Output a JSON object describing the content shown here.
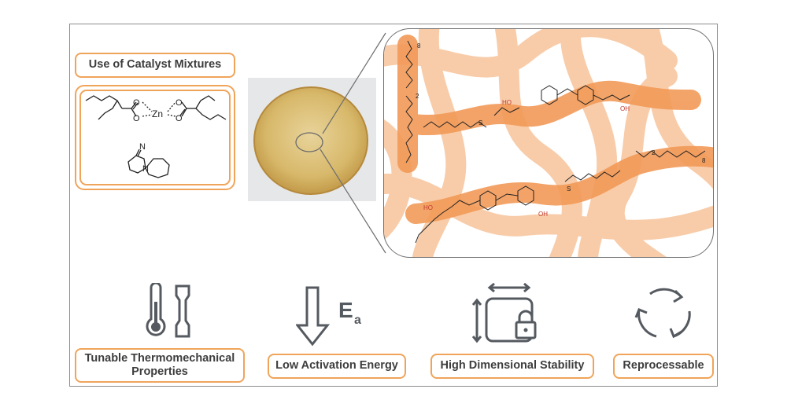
{
  "labels": {
    "catalyst": "Use of Catalyst Mixtures",
    "tunable_line1": "Tunable Thermomechanical",
    "tunable_line2": "Properties",
    "low_activation": "Low Activation Energy",
    "dimensional": "High Dimensional Stability",
    "reprocessable": "Reprocessable"
  },
  "chem": {
    "zn": "Zn",
    "o": "O",
    "n": "N",
    "s": "S",
    "oh": "OH",
    "ho": "HO",
    "sub2": "2",
    "sub8": "8"
  },
  "icons": {
    "ea_symbol": "E",
    "ea_subscript": "a",
    "names": [
      "thermometer-icon",
      "tensile-specimen-icon",
      "down-arrow-icon",
      "dimensional-square-icon",
      "lock-icon",
      "recycle-icon"
    ]
  },
  "colors": {
    "accent": "#f0a45a",
    "network": "#f7c49b",
    "chain": "#f29a58",
    "structure_red": "#c0392b",
    "icon_gray": "#555a60"
  }
}
